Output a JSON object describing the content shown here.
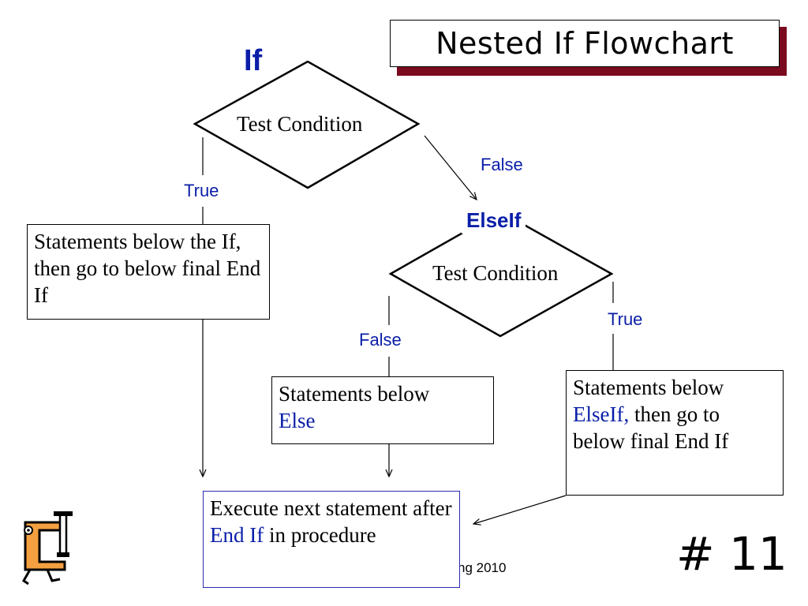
{
  "title": "Nested If Flowchart",
  "if_label": "If",
  "elseif_label": "ElseIf",
  "test_condition_1": "Test Condition",
  "test_condition_2": "Test Condition",
  "true_label_1": "True",
  "false_label_1": "False",
  "false_label_2": "False",
  "true_label_2": "True",
  "box_if": {
    "text": "Statements below the If, then go to below final End If"
  },
  "box_else": {
    "prefix": "Statements below",
    "keyword": "Else"
  },
  "box_elseif": {
    "prefix": "Statements below",
    "keyword": "ElseIf,",
    "suffix": "then go to below final End If"
  },
  "box_execute": {
    "prefix": "Execute next statement after",
    "keyword": "End If",
    "suffix": "in procedure"
  },
  "footer_text": "ng 2010",
  "slide_number": "# 11",
  "colors": {
    "accent_blue": "#0a1ea8",
    "title_shadow": "#7a0a1e",
    "logo_orange": "#f5a040"
  }
}
